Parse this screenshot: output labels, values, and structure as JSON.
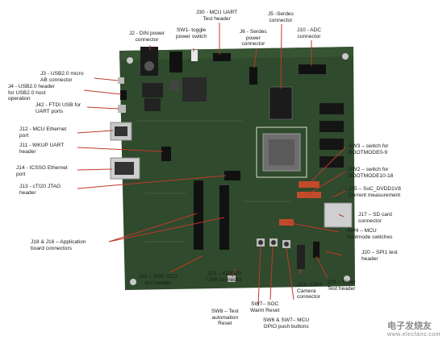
{
  "labels": {
    "j2": "J2 - DIN power\nconnector",
    "j30": "J30 - MCU UART\nTest header",
    "sw1": "SW1- toggle\npower switch",
    "j6": "J6 - Serdes\npower\nconnector",
    "j5": "J5 -Serdes\nconnector",
    "j10": "J10 - ADC\nconnector",
    "j3": "J3 - USB2.0 micro\nAB connector",
    "j4": "J4 - USB2.0 header\nfor USB2.0 host\noperation",
    "j42": "J42 - FTDI USB for\nUART ports",
    "j12": "J12 - MCU Ethernet\nport",
    "j11": "J11 - WKUP UART\nheader",
    "j14": "J14 - ICSSG Ethernet\nport",
    "j13": "J13 - cTI20 JTAG\nheader",
    "sw3": "SW3 – switch for\nBOOTMODE0-9",
    "sw2": "SW2 – switch for\nBOOTMODE10-18",
    "j15": "J15 – SoC_DVDD1V8\nCurrent measurement",
    "j17": "J17 – SD card\nconnector",
    "sw4": "SW4 – MCU\nbootmode switches",
    "j18": "J18 & J16 – Application\nboard connectors",
    "j20": "J20 – SPI1 test\nheader",
    "j21": "J21 – SOC I2C2\ntest header",
    "j23": "J23 – XDS110\nUSB connector",
    "sw7": "SW7– SOC\nWarm Reset",
    "j22": "J22– CSI2\nCamera\nconnector",
    "j19": "J19 – Timer\nTest header",
    "sw8": "SW8 – Test\nautomation\nReset",
    "sw6": "SW6 & SW7– MCU\nGPIO push buttons"
  },
  "watermark": {
    "main": "电子发烧友",
    "sub": "www.elecfans.com"
  },
  "colors": {
    "board": "#2f4a2c",
    "board_dark": "#1f3320",
    "callout": "#c0392b",
    "silk": "#d8e0d0"
  }
}
